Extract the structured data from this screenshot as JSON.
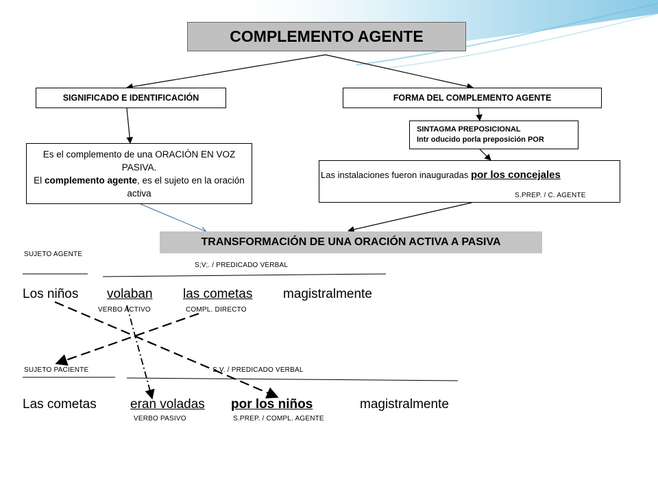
{
  "title": "COMPLEMENTO AGENTE",
  "left_branch": {
    "header": "SIGNIFICADO E IDENTIFICACIÓN",
    "desc_part1": "Es el complemento de una ORACIÓN EN VOZ PASIVA.",
    "desc_part2": "El ",
    "desc_bold": "complemento agente",
    "desc_part3": ", es el sujeto en la oración activa"
  },
  "right_branch": {
    "header": "FORMA DEL COMPLEMENTO AGENTE",
    "sintagma_line1": "SINTAGMA PREPOSICIONAL",
    "sintagma_line2": "Intr oducido porla preposición POR",
    "example_text": "Las instalaciones fueron inauguradas ",
    "example_agent": "por los concejales",
    "example_label": "S.PREP. / C. AGENTE"
  },
  "transformation": {
    "header": "TRANSFORMACIÓN DE UNA ORACIÓN ACTIVA A PASIVA",
    "active": {
      "subject_label": "SUJETO AGENTE",
      "predicate_label": "S;V;.  /  PREDICADO VERBAL",
      "w1": "Los niños",
      "w2": "volaban",
      "w3": "las cometas",
      "w4": "magistralmente",
      "verb_label": "VERBO ACTIVO",
      "object_label": "COMPL. DIRECTO"
    },
    "passive": {
      "subject_label": "SUJETO PACIENTE",
      "predicate_label": "S.V.  /  PREDICADO VERBAL",
      "w1": "Las cometas",
      "w2": "eran voladas",
      "w3": "por los niños",
      "w4": "magistralmente",
      "verb_label": "VERBO PASIVO",
      "agent_label": "S.PREP. / COMPL. AGENTE"
    }
  }
}
